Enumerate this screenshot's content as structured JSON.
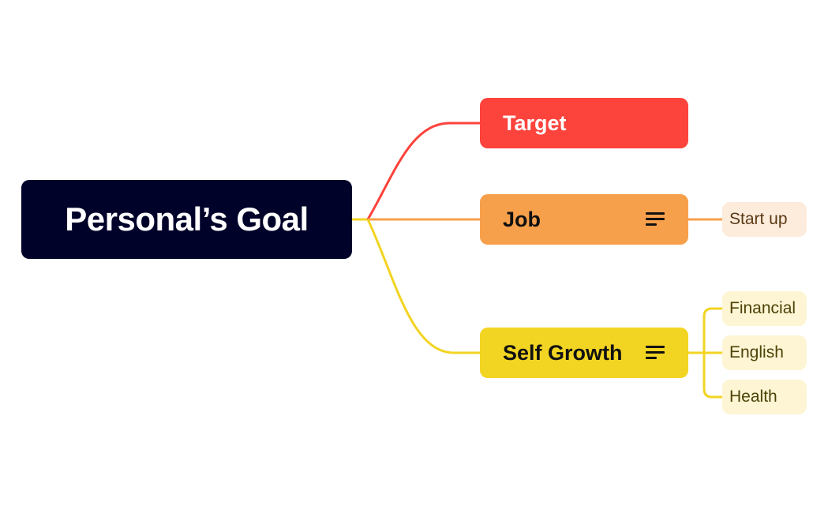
{
  "colors": {
    "background": "#ffffff",
    "root": "#000229",
    "target": "#FC433C",
    "job": "#F7A04C",
    "job_sub": "#FDEBDB",
    "job_sub_text": "#5A3A16",
    "self_growth": "#F2D422",
    "self_growth_sub": "#FDF5D3",
    "self_growth_sub_text": "#4E4208"
  },
  "root": {
    "label": "Personal’s Goal"
  },
  "branches": [
    {
      "label": "Target",
      "has_notes": false,
      "children": []
    },
    {
      "label": "Job",
      "has_notes": true,
      "notes_icon": "notes-lines-icon",
      "children": [
        {
          "label": "Start up"
        }
      ]
    },
    {
      "label": "Self Growth",
      "has_notes": true,
      "notes_icon": "notes-lines-icon",
      "children": [
        {
          "label": "Financial"
        },
        {
          "label": "English"
        },
        {
          "label": "Health"
        }
      ]
    }
  ]
}
